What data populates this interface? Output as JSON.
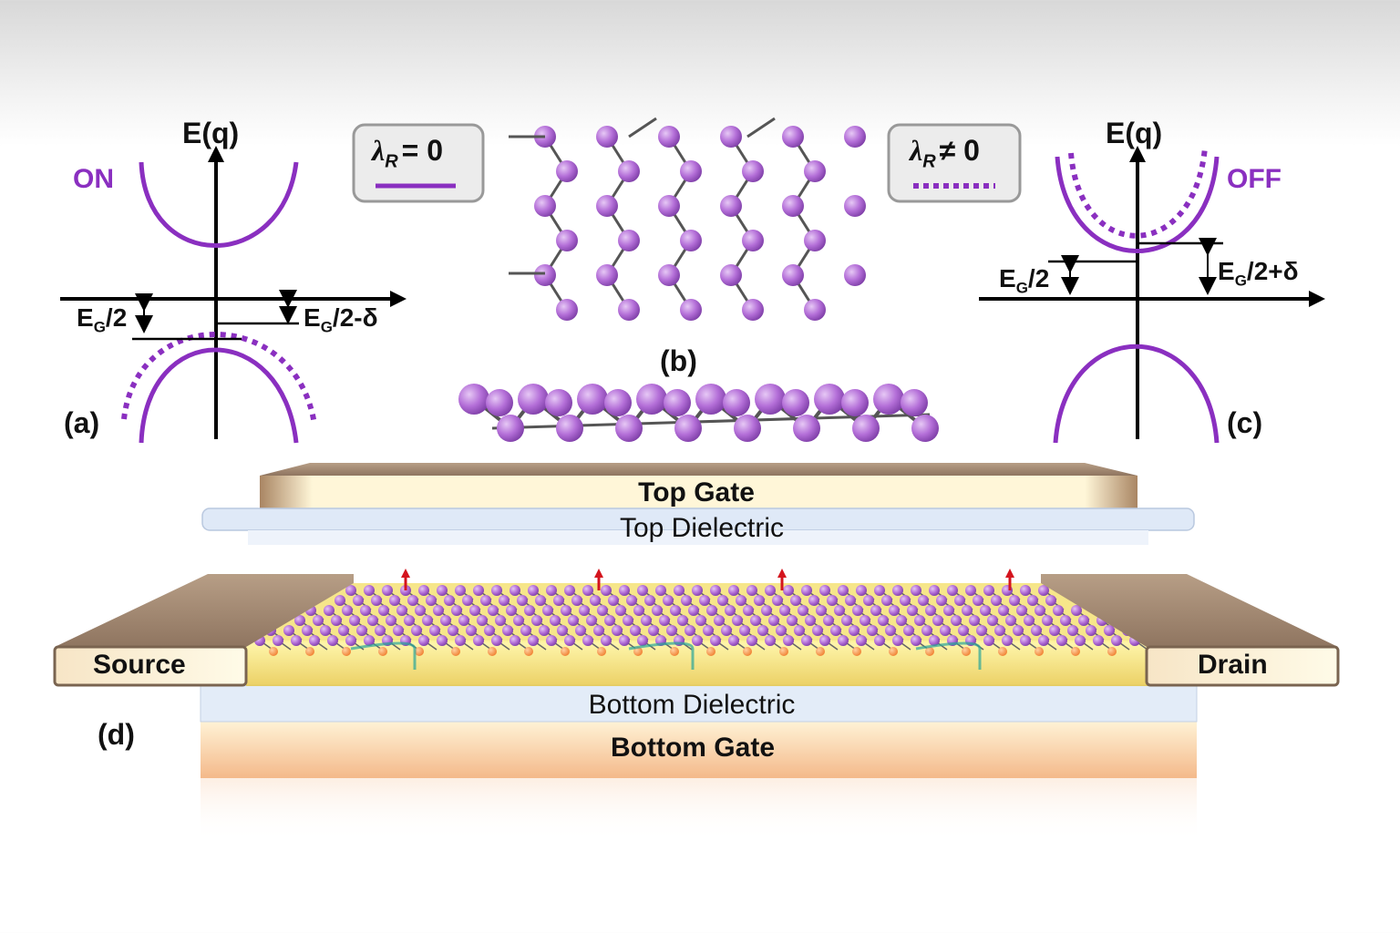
{
  "panel_a": {
    "axis_label": "E(q)",
    "state": "ON",
    "gap_left": "E",
    "gap_left_sub": "G",
    "gap_left_tail": "/2",
    "gap_right": "E",
    "gap_right_sub": "G",
    "gap_right_tail": "/2-δ",
    "panel_label": "(a)"
  },
  "legend_solid": {
    "symbol": "λ",
    "sub": "R",
    "relation": "= 0"
  },
  "legend_dashed": {
    "symbol": "λ",
    "sub": "R",
    "relation": "≠ 0"
  },
  "panel_b": {
    "panel_label": "(b)"
  },
  "panel_c": {
    "axis_label": "E(q)",
    "state": "OFF",
    "gap_left": "E",
    "gap_left_sub": "G",
    "gap_left_tail": "/2",
    "gap_right": "E",
    "gap_right_sub": "G",
    "gap_right_tail": "/2+δ",
    "panel_label": "(c)"
  },
  "device": {
    "top_gate": "Top Gate",
    "top_dielectric": "Top Dielectric",
    "source": "Source",
    "drain": "Drain",
    "bottom_dielectric": "Bottom Dielectric",
    "bottom_gate": "Bottom Gate",
    "panel_label": "(d)"
  },
  "colors": {
    "band": "#8a2fc0",
    "atom": "#b46fd8",
    "bond": "#555555",
    "gate_metal": "#b89a7e",
    "dielectric": "#dfe9f7",
    "channel_glow": "#f4e26a"
  }
}
